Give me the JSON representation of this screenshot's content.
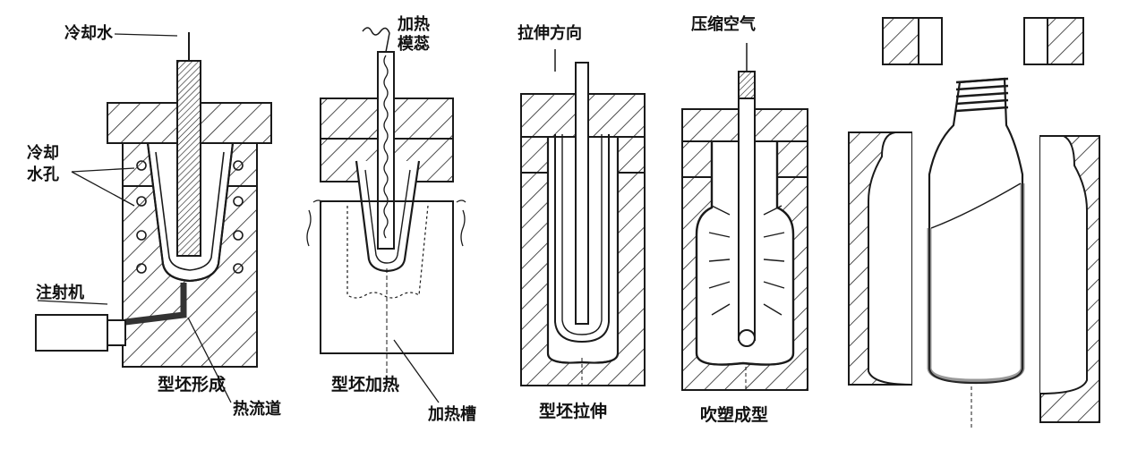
{
  "diagram": {
    "stage1": {
      "cooling_water": "冷却水",
      "cooling_hole_line1": "冷却",
      "cooling_hole_line2": "水孔",
      "injector": "注射机",
      "caption": "型坯形成",
      "hot_runner": "热流道"
    },
    "stage2": {
      "heater_line1": "加热",
      "heater_line2": "模蕊",
      "caption": "型坯加热",
      "heating_tank": "加热槽"
    },
    "stage3": {
      "stretch_direction": "拉伸方向",
      "caption": "型坯拉伸"
    },
    "stage4": {
      "compressed_air": "压缩空气",
      "caption": "吹塑成型"
    }
  },
  "colors": {
    "line": "#1a1a1a",
    "hatch": "#2a2a2a",
    "background": "#ffffff"
  }
}
